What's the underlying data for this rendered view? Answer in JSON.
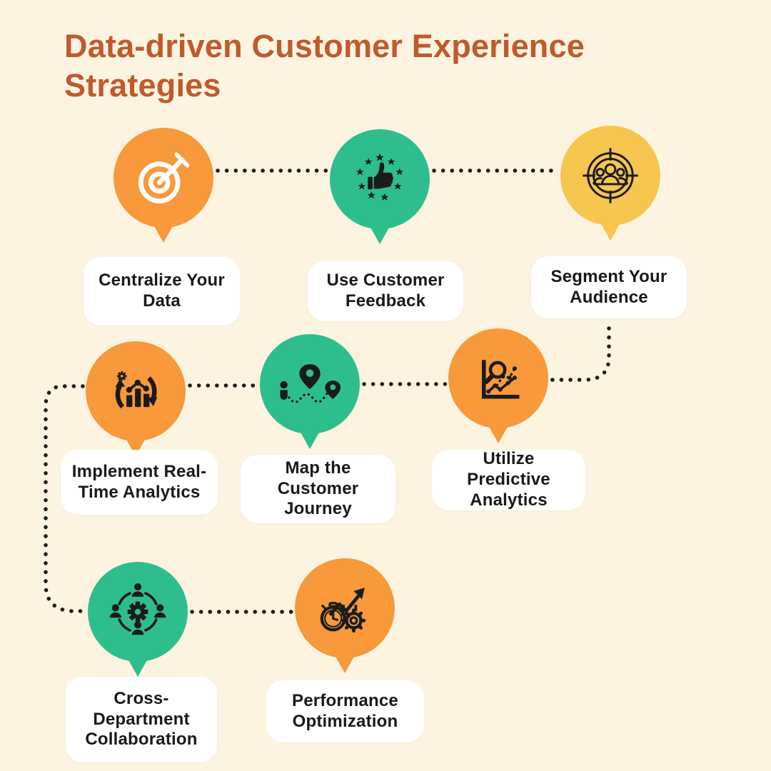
{
  "title": {
    "text": "Data-driven Customer Experience\nStrategies"
  },
  "palette": {
    "background": "#FCF4E1",
    "orange": "#F8993B",
    "green": "#2EBE8D",
    "yellow": "#F7C64F",
    "title_text": "#C05A2D",
    "label_text": "#191919",
    "connector_dots": "#1B1B1B",
    "card_background": "#FFFFFF",
    "icon_dark": "#1B1B1B",
    "icon_light": "#FFFFFF"
  },
  "steps": [
    {
      "label": "Centralize Your\nData",
      "marker_color": "orange",
      "icon": "target-arrow-icon"
    },
    {
      "label": "Use Customer\nFeedback",
      "marker_color": "green",
      "icon": "thumbs-up-stars-icon"
    },
    {
      "label": "Segment Your\nAudience",
      "marker_color": "yellow",
      "icon": "audience-target-icon"
    },
    {
      "label": "Implement Real-\nTime Analytics",
      "marker_color": "orange",
      "icon": "real-time-analytics-icon"
    },
    {
      "label": "Map the\nCustomer\nJourney",
      "marker_color": "green",
      "icon": "journey-map-icon"
    },
    {
      "label": "Utilize Predictive\nAnalytics",
      "marker_color": "orange",
      "icon": "predictive-analytics-icon"
    },
    {
      "label": "Cross-\nDepartment\nCollaboration",
      "marker_color": "green",
      "icon": "collaboration-icon"
    },
    {
      "label": "Performance\nOptimization",
      "marker_color": "orange",
      "icon": "performance-optimization-icon"
    }
  ]
}
